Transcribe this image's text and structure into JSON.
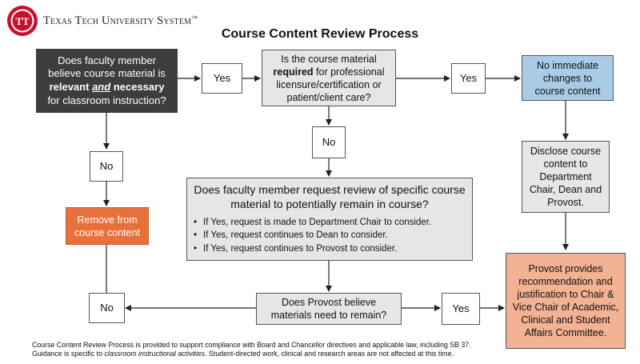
{
  "header": {
    "brand": "Texas Tech University System",
    "logo_letters": "TT",
    "title": "Course Content Review Process"
  },
  "nodes": {
    "relevant": {
      "line1": "Does faculty member believe course material is",
      "bold1": "relevant",
      "and": "and",
      "bold2": "necessary",
      "line2": "for classroom instruction?"
    },
    "yes1": "Yes",
    "required": {
      "pre": "Is the course material",
      "bold": "required",
      "post": "for professional licensure/certification or patient/client care?"
    },
    "yes2": "Yes",
    "no_changes": "No immediate changes to course content",
    "no_left": "No",
    "no_mid": "No",
    "remove": "Remove from course content",
    "request_review": {
      "heading": "Does faculty member request review of specific course material to potentially remain in course?",
      "bullets": [
        "If Yes, request is made to Department Chair to consider.",
        "If Yes, request continues to Dean to consider.",
        "If Yes, request continues to Provost to consider."
      ]
    },
    "disclose": "Disclose course content to Department Chair, Dean and Provost.",
    "provost_believe": "Does Provost believe materials need to remain?",
    "no_bottom": "No",
    "yes_bottom": "Yes",
    "provost_recommend": "Provost provides recommendation and justification to Chair & Vice Chair of Academic, Clinical and Student Affairs Committee."
  },
  "footer": {
    "line1": "Course Content Review Process is provided to support compliance with Board and Chancellor directives and applicable law, including SB 37.",
    "line2_pre": "Guidance is specific to",
    "line2_em": "classroom instructional activities",
    "line2_post": ". Student-directed work, clinical and research areas are not affected at this time."
  },
  "colors": {
    "dark_box": "#3d3d3d",
    "grey_box": "#e6e6e6",
    "blue_box": "#a9cbe8",
    "orange_box": "#e8703a",
    "peach_box": "#f2b293",
    "brand_red": "#c8102e"
  }
}
